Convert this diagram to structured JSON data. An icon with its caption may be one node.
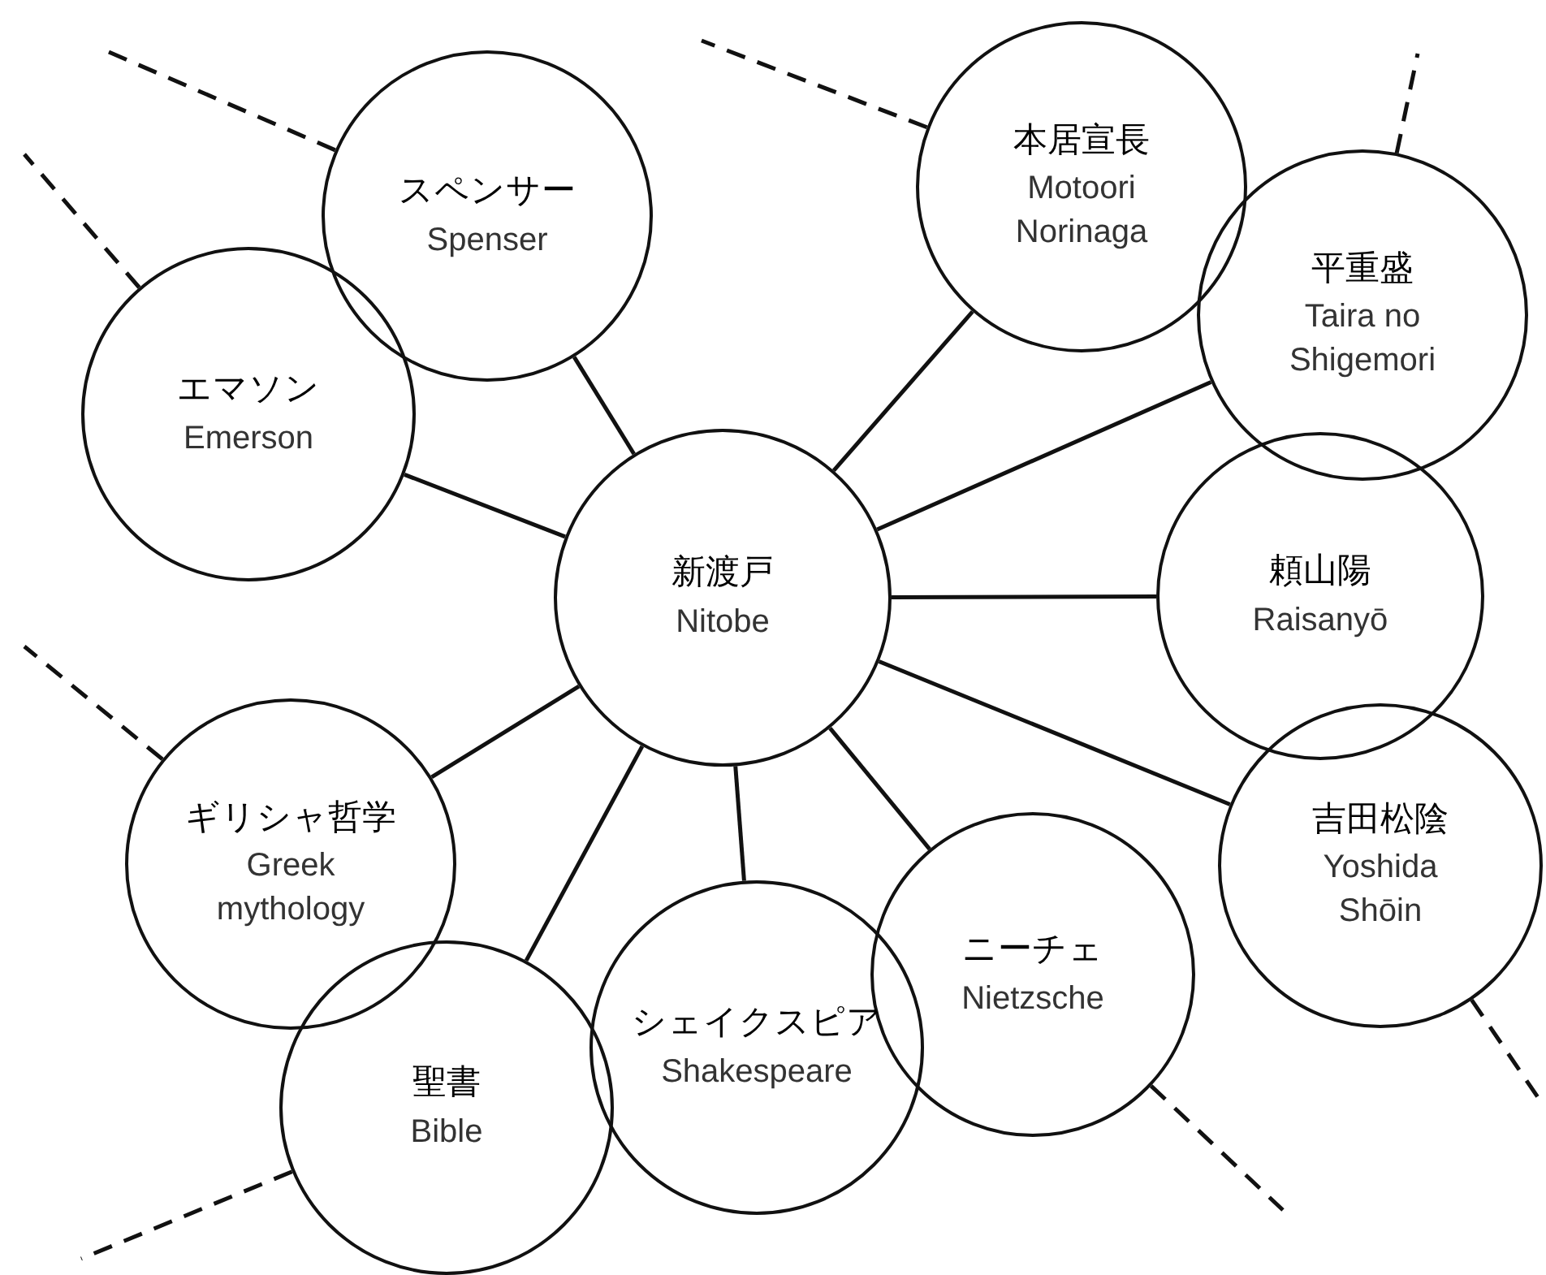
{
  "diagram": {
    "nodes": [
      {
        "text": [
          "本居宣長",
          "Motoori Norinaga"
        ]
      },
      {
        "text": [
          "スペンサー",
          "Spenser"
        ]
      },
      {
        "text": [
          "平重盛",
          "Taira no Shigemori"
        ]
      },
      {
        "text": [
          "エマソン",
          "Emerson"
        ]
      },
      {
        "text": [
          "新渡戸",
          "Nitobe"
        ]
      },
      {
        "text": [
          "頼山陽",
          "Raisanyō"
        ]
      },
      {
        "text": [
          "ギリシャ哲学",
          "Greek mythology"
        ]
      },
      {
        "text": [
          "吉田松陰",
          "Yoshida Shōin"
        ]
      },
      {
        "text": [
          "ニーチェ",
          "Nietzsche"
        ]
      },
      {
        "text": [
          "シェイクスピア",
          "Shakespeare"
        ]
      },
      {
        "text": [
          "聖書",
          "Bible"
        ]
      }
    ],
    "edges": [
      {
        "from": 4,
        "to": 0,
        "arrow": "none"
      },
      {
        "from": 4,
        "to": 1,
        "arrow": "none"
      },
      {
        "from": 4,
        "to": 2,
        "arrow": "none"
      },
      {
        "from": 4,
        "to": 3,
        "arrow": "none"
      },
      {
        "from": 4,
        "to": 5,
        "arrow": "none"
      },
      {
        "from": 4,
        "to": 6,
        "arrow": "none"
      },
      {
        "from": 4,
        "to": 7,
        "arrow": "none"
      },
      {
        "from": 4,
        "to": 8,
        "arrow": "none"
      },
      {
        "from": 4,
        "to": 9,
        "arrow": "none"
      },
      {
        "from": 4,
        "to": 10,
        "arrow": "none"
      },
      {
        "from": 0,
        "to": null,
        "arrow": "none",
        "style": "dashed"
      },
      {
        "from": 1,
        "to": null,
        "arrow": "none",
        "style": "dashed"
      },
      {
        "from": 2,
        "to": null,
        "arrow": "none",
        "style": "dashed"
      },
      {
        "from": 3,
        "to": null,
        "arrow": "none",
        "style": "dashed"
      },
      {
        "from": 6,
        "to": null,
        "arrow": "none",
        "style": "dashed"
      },
      {
        "from": 7,
        "to": null,
        "arrow": "none",
        "style": "dashed"
      },
      {
        "from": 8,
        "to": null,
        "arrow": "none",
        "style": "dashed"
      },
      {
        "from": 10,
        "to": null,
        "arrow": "none",
        "style": "dashed"
      }
    ]
  }
}
